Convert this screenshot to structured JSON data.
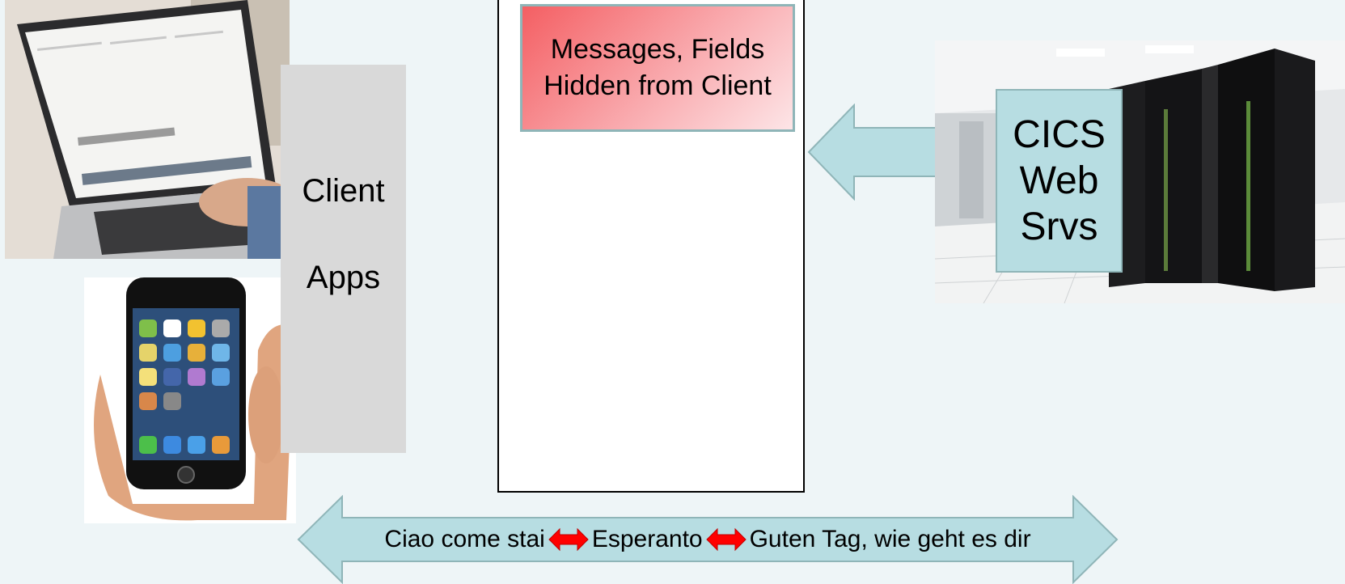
{
  "client_panel": {
    "line1": "Client",
    "line2": "Apps"
  },
  "hidden_box": {
    "text": "Messages, Fields Hidden from Client"
  },
  "cics_box": {
    "line1": "CICS",
    "line2": "Web",
    "line3": "Srvs"
  },
  "bottom_arrow": {
    "part1": "Ciao come stai",
    "part2": "Esperanto",
    "part3": "Guten Tag, wie geht es dir"
  },
  "colors": {
    "background": "#eef5f7",
    "arrow_fill": "#b7dde2",
    "arrow_stroke": "#8fb5b8",
    "client_panel": "#d9d9d9",
    "red_arrow": "#ff0000"
  }
}
